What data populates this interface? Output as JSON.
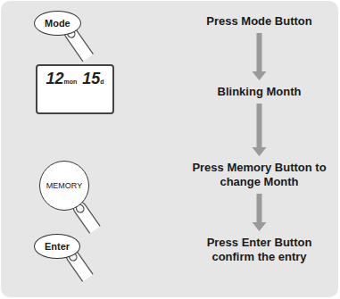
{
  "diagram": {
    "nodes": [
      {
        "text": [
          "Mode"
        ]
      },
      {
        "text": [
          "Press Mode Button"
        ]
      },
      {
        "text": [
          "12",
          "mon",
          "15",
          "d"
        ]
      },
      {
        "text": [
          "Blinking Month"
        ]
      },
      {
        "text": [
          "MEMORY"
        ]
      },
      {
        "text": [
          "Press Memory Button to change Month"
        ]
      },
      {
        "text": [
          "Enter"
        ]
      },
      {
        "text": [
          "Press Enter Button confirm the entry"
        ]
      }
    ],
    "edges": [
      {
        "from": 1,
        "to": 3,
        "arrow": "to"
      },
      {
        "from": 3,
        "to": 5,
        "arrow": "to"
      },
      {
        "from": 5,
        "to": 7,
        "arrow": "to"
      }
    ]
  }
}
